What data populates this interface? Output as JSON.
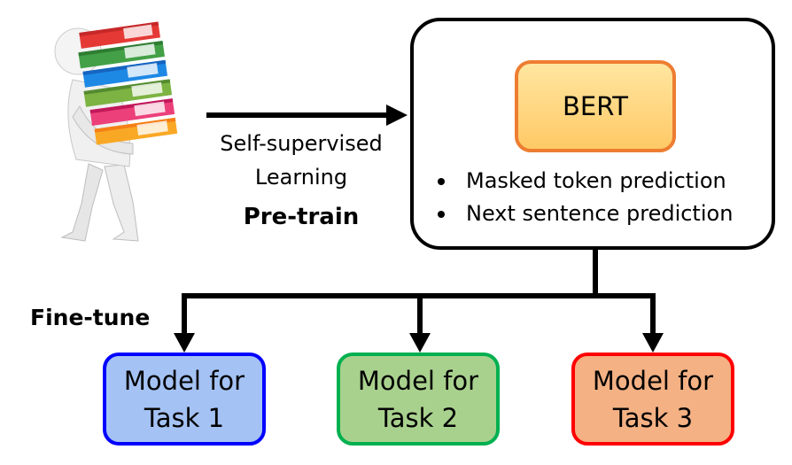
{
  "pretrain": {
    "line1": "Self-supervised",
    "line2": "Learning",
    "label": "Pre-train"
  },
  "bert": {
    "title": "BERT",
    "bullets": [
      "Masked token prediction",
      "Next sentence prediction"
    ]
  },
  "finetune": {
    "label": "Fine-tune"
  },
  "tasks": [
    {
      "line1": "Model for",
      "line2": "Task 1"
    },
    {
      "line1": "Model for",
      "line2": "Task 2"
    },
    {
      "line1": "Model for",
      "line2": "Task 3"
    }
  ],
  "colors": {
    "bert_border": "#ED7D31",
    "bert_fill": "#FFD580",
    "task1_border": "#0000FF",
    "task1_fill": "#A4C2F4",
    "task2_border": "#00B050",
    "task2_fill": "#A9D18E",
    "task3_border": "#FF0000",
    "task3_fill": "#F4B183"
  },
  "icons": {
    "person": "person-carrying-binders-icon"
  }
}
